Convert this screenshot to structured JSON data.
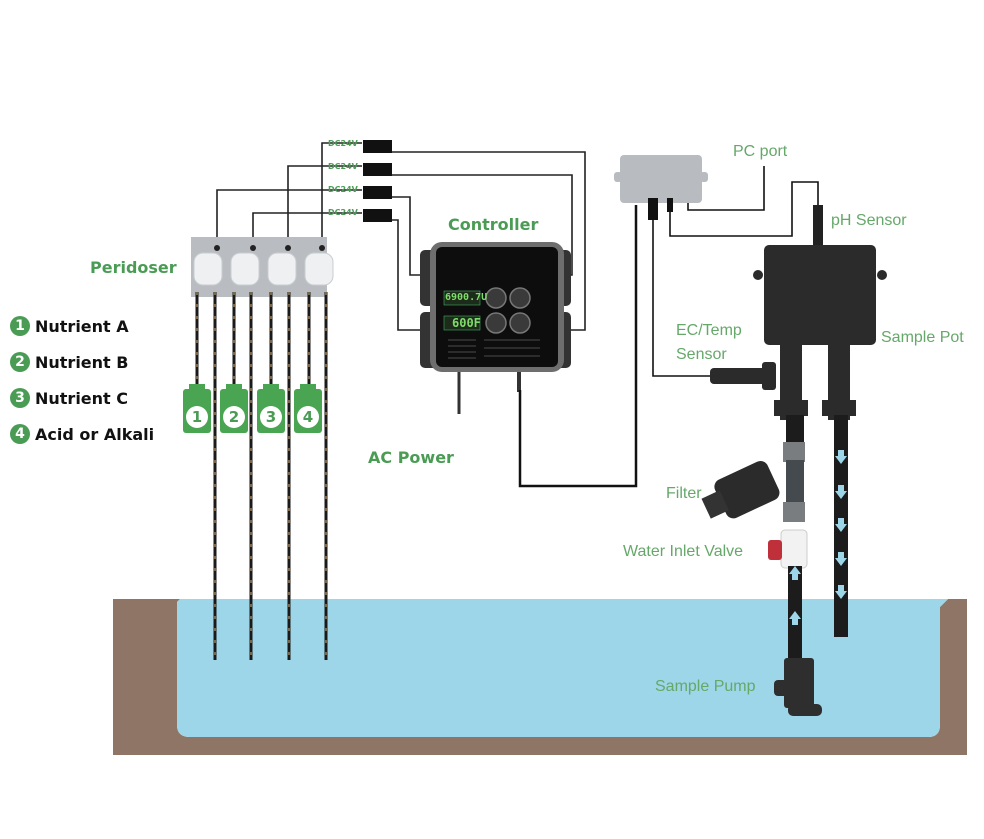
{
  "labels": {
    "peridoser": "Peridoser",
    "controller": "Controller",
    "ac_power": "AC Power",
    "pc_port": "PC port",
    "ph_sensor": "pH Sensor",
    "ec_temp_sensor_line1": "EC/Temp",
    "ec_temp_sensor_line2": "Sensor",
    "sample_pot": "Sample Pot",
    "filter": "Filter",
    "water_inlet_valve": "Water Inlet Valve",
    "sample_pump": "Sample Pump"
  },
  "power_adapters": [
    {
      "label": "DC24V"
    },
    {
      "label": "DC24V"
    },
    {
      "label": "DC24V"
    },
    {
      "label": "DC24V"
    }
  ],
  "legend": [
    {
      "number": "1",
      "text": "Nutrient A"
    },
    {
      "number": "2",
      "text": "Nutrient B"
    },
    {
      "number": "3",
      "text": "Nutrient C"
    },
    {
      "number": "4",
      "text": "Acid or Alkali"
    }
  ],
  "bottles": [
    {
      "number": "1"
    },
    {
      "number": "2"
    },
    {
      "number": "3"
    },
    {
      "number": "4"
    }
  ],
  "controller_display": {
    "top_readout": "6900.7U",
    "bottom_readout": "600F"
  },
  "colors": {
    "label_green": "#4a9c55",
    "water": "#9dd6e8",
    "tank_soil": "#8e7565",
    "device_dark": "#2b2b2b",
    "valve_red": "#c0303a"
  }
}
